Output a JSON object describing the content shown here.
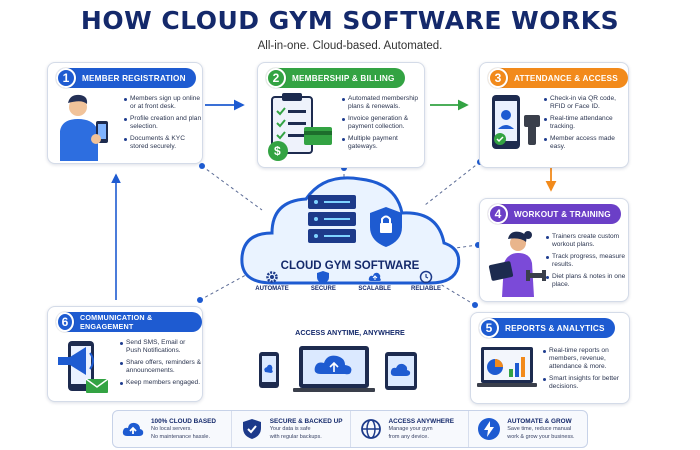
{
  "header": {
    "title": "HOW CLOUD GYM SOFTWARE WORKS",
    "subtitle": "All-in-one. Cloud-based. Automated."
  },
  "steps": [
    {
      "number": "1",
      "label": "MEMBER REGISTRATION",
      "color": "#1e5bd1",
      "bullets": [
        "Members sign up online or at front desk.",
        "Profile creation and plan selection.",
        "Documents & KYC stored securely."
      ]
    },
    {
      "number": "2",
      "label": "MEMBERSHIP & BILLING",
      "color": "#33a343",
      "bullets": [
        "Automated membership plans & renewals.",
        "Invoice generation & payment collection.",
        "Multiple payment gateways."
      ]
    },
    {
      "number": "3",
      "label": "ATTENDANCE & ACCESS",
      "color": "#f28a1b",
      "bullets": [
        "Check-in via QR code, RFID or Face ID.",
        "Real-time attendance tracking.",
        "Member access made easy."
      ]
    },
    {
      "number": "4",
      "label": "WORKOUT & TRAINING",
      "color": "#6b3fc7",
      "bullets": [
        "Trainers create custom workout plans.",
        "Track progress, measure results.",
        "Diet plans & notes in one place."
      ]
    },
    {
      "number": "5",
      "label": "REPORTS & ANALYTICS",
      "color": "#1e5bd1",
      "bullets": [
        "Real-time reports on members, revenue, attendance & more.",
        "Smart insights for better decisions."
      ]
    },
    {
      "number": "6",
      "label": "COMMUNICATION & ENGAGEMENT",
      "color": "#1e5bd1",
      "bullets": [
        "Send SMS, Email or Push Notifications.",
        "Share offers, reminders & announcements.",
        "Keep members engaged."
      ]
    }
  ],
  "center": {
    "title": "CLOUD GYM SOFTWARE",
    "features": [
      "AUTOMATE",
      "SECURE",
      "SCALABLE",
      "RELIABLE"
    ],
    "access_title": "ACCESS ANYTIME, ANYWHERE"
  },
  "benefits": [
    {
      "title": "100% CLOUD BASED",
      "desc": [
        "No local servers.",
        "No maintenance hassle."
      ],
      "icon": "cloud-upload-icon"
    },
    {
      "title": "SECURE & BACKED UP",
      "desc": [
        "Your data is safe",
        "with regular backups."
      ],
      "icon": "shield-check-icon"
    },
    {
      "title": "ACCESS ANYWHERE",
      "desc": [
        "Manage your gym",
        "from any device."
      ],
      "icon": "globe-icon"
    },
    {
      "title": "AUTOMATE & GROW",
      "desc": [
        "Save time, reduce manual",
        "work & grow your business."
      ],
      "icon": "lightning-icon"
    }
  ],
  "colors": {
    "navy": "#14296b",
    "blue": "#1e5bd1",
    "green": "#33a343",
    "orange": "#f28a1b",
    "purple": "#6b3fc7"
  }
}
